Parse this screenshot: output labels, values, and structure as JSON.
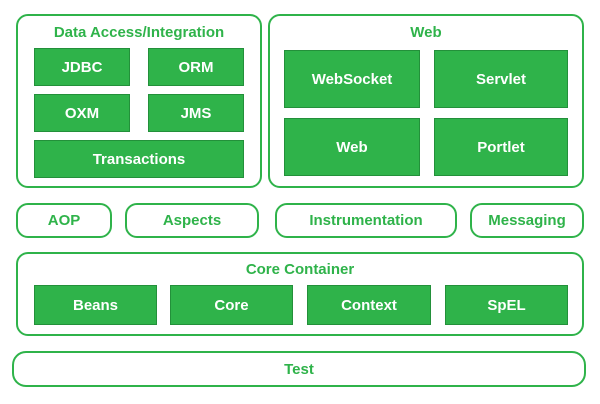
{
  "colors": {
    "accent": "#2fb34a",
    "background": "#ffffff",
    "box_text": "#ffffff"
  },
  "data_access": {
    "title": "Data Access/Integration",
    "jdbc": "JDBC",
    "orm": "ORM",
    "oxm": "OXM",
    "jms": "JMS",
    "transactions": "Transactions"
  },
  "web": {
    "title": "Web",
    "websocket": "WebSocket",
    "servlet": "Servlet",
    "web": "Web",
    "portlet": "Portlet"
  },
  "middle": {
    "aop": "AOP",
    "aspects": "Aspects",
    "instrumentation": "Instrumentation",
    "messaging": "Messaging"
  },
  "core": {
    "title": "Core Container",
    "beans": "Beans",
    "core": "Core",
    "context": "Context",
    "spel": "SpEL"
  },
  "test": {
    "label": "Test"
  }
}
